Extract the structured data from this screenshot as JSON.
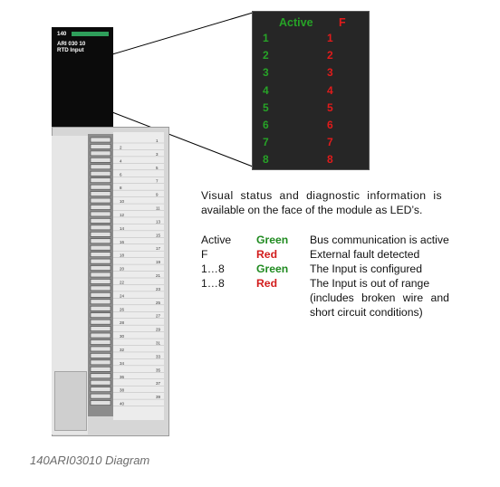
{
  "module": {
    "label_line1": "140",
    "label_line2": "ARI 030 10",
    "label_line3": "RTD Input",
    "terminal_numbers": [
      "1",
      "2",
      "3",
      "4",
      "5",
      "6",
      "7",
      "8",
      "9",
      "10",
      "11",
      "12",
      "13",
      "14",
      "15",
      "16",
      "17",
      "18",
      "19",
      "20",
      "21",
      "22",
      "23",
      "24",
      "25",
      "26",
      "27",
      "28",
      "29",
      "30",
      "31",
      "32",
      "33",
      "34",
      "35",
      "36",
      "37",
      "38",
      "39",
      "40"
    ]
  },
  "led_panel": {
    "active_header": "Active",
    "fault_header": "F",
    "active_leds": [
      "1",
      "2",
      "3",
      "4",
      "5",
      "6",
      "7",
      "8"
    ],
    "fault_leds": [
      "1",
      "2",
      "3",
      "4",
      "5",
      "6",
      "7",
      "8"
    ]
  },
  "description": {
    "intro_line1": "Visual status and diagnostic information is",
    "intro_line2": "available on the face of the module as LED’s.",
    "rows": [
      {
        "led": "Active",
        "color": "Green",
        "meaning": "Bus communication is active"
      },
      {
        "led": "F",
        "color": "Red",
        "meaning": "External fault detected"
      },
      {
        "led": "1…8",
        "color": "Green",
        "meaning": "The Input is configured"
      },
      {
        "led": "1…8",
        "color": "Red",
        "meaning": "The Input is out of range"
      }
    ],
    "note_line1": "(includes broken wire and",
    "note_line2": "short circuit conditions)"
  },
  "caption": "140ARI03010 Diagram",
  "colors": {
    "green_led": "#27a327",
    "red_led": "#e11b1b",
    "panel_bg": "#262626",
    "module_black": "#0b0b0b"
  }
}
